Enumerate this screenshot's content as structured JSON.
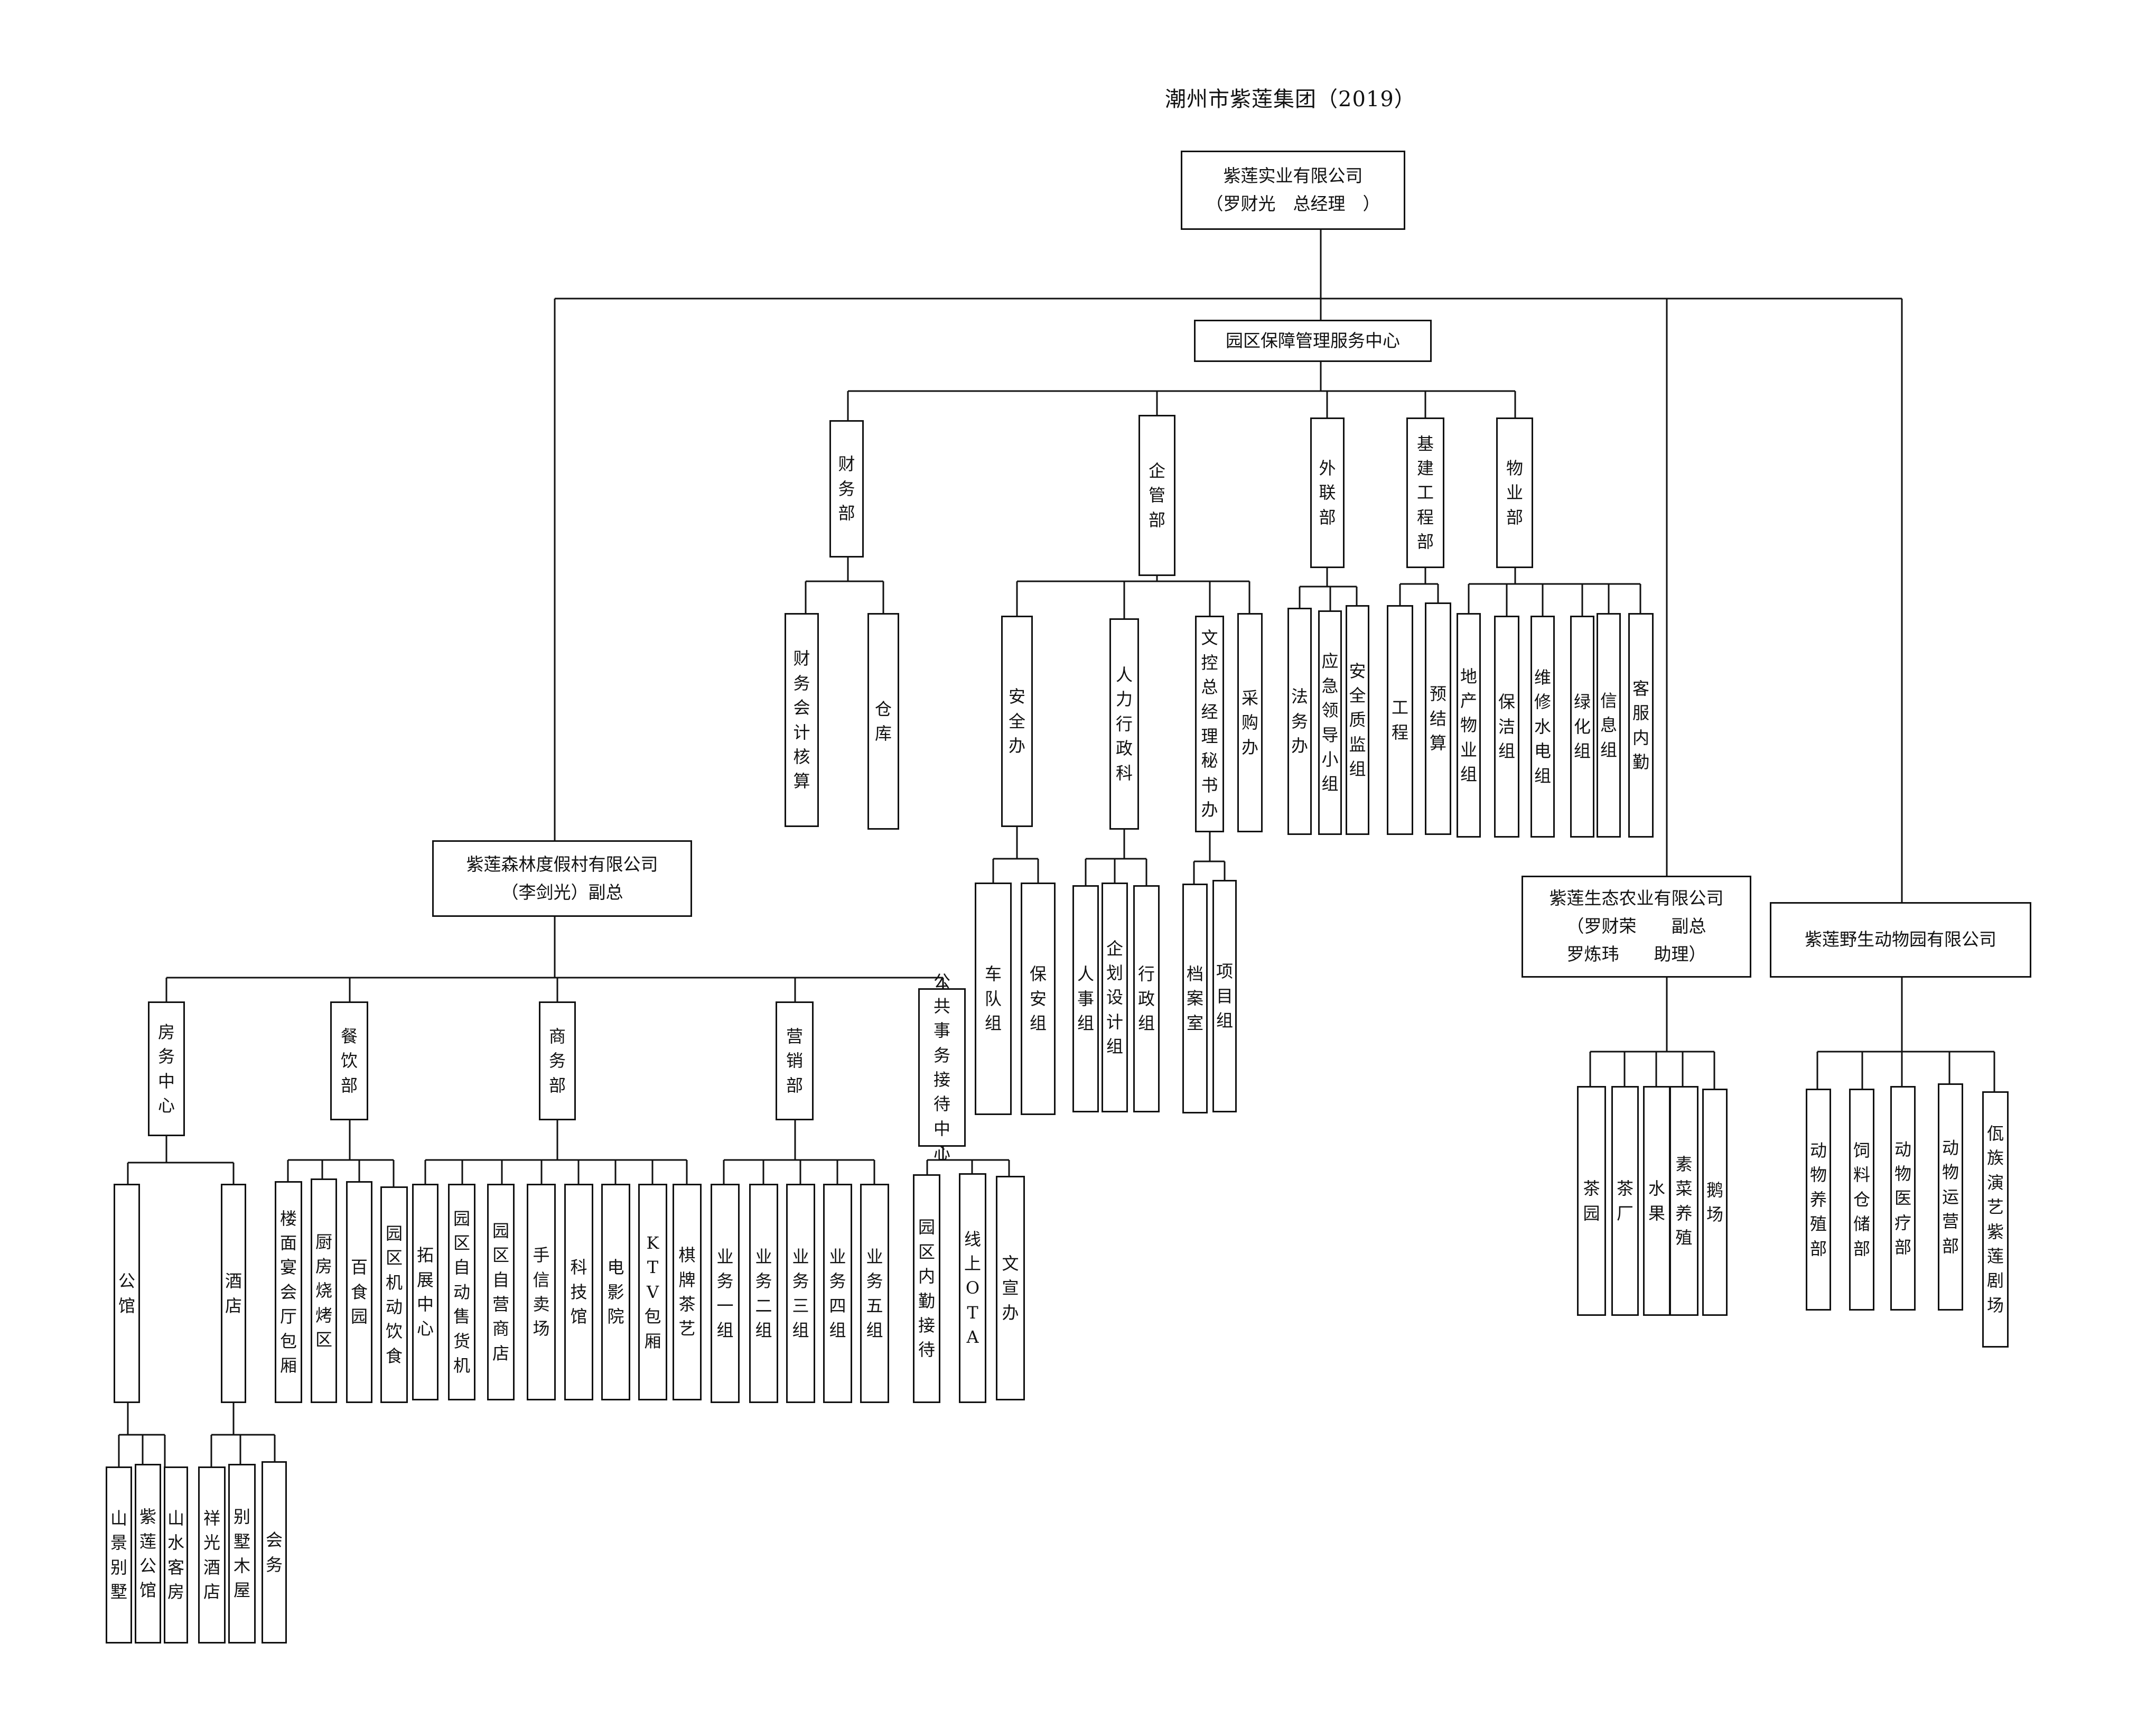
{
  "title": "潮州市紫莲集团（2019）",
  "root": {
    "line1": "紫莲实业有限公司",
    "line2": "（罗财光　总经理　）"
  },
  "service_center": {
    "label": "园区保障管理服务中心",
    "finance": {
      "label": "财务部",
      "children": [
        "财务会计核算",
        "仓库"
      ]
    },
    "management": {
      "label": "企管部",
      "safety": {
        "label": "安全办",
        "children": [
          "车队组",
          "保安组"
        ]
      },
      "hr": {
        "label": "人力行政科",
        "children": [
          "人事组",
          "企划设计组",
          "行政组"
        ]
      },
      "secretary": {
        "label": "文控总经理秘书办",
        "children": [
          "档案室",
          "项目组"
        ]
      },
      "purchase": {
        "label": "采购办"
      }
    },
    "liaison": {
      "label": "外联部",
      "children": [
        "法务办",
        "应急领导小组",
        "安全质监组"
      ]
    },
    "construction": {
      "label": "基建工程部",
      "children": [
        "工程",
        "预结算"
      ]
    },
    "property": {
      "label": "物业部",
      "children": [
        "地产物业组",
        "保洁组",
        "维修水电组",
        "绿化组",
        "信息组",
        "客服内勤"
      ]
    }
  },
  "resort": {
    "line1": "紫莲森林度假村有限公司",
    "line2": "（李剑光）副总",
    "rooms": {
      "label": "房务中心",
      "mansion": {
        "label": "公馆",
        "children": [
          "山景别墅",
          "紫莲公馆",
          "山水客房"
        ]
      },
      "hotel": {
        "label": "酒店",
        "children": [
          "祥光酒店",
          "别墅木屋",
          "会务"
        ]
      }
    },
    "catering": {
      "label": "餐饮部",
      "children": [
        "楼面宴会厅包厢",
        "厨房烧烤区",
        "百食园",
        "园区机动饮食"
      ]
    },
    "commerce": {
      "label": "商务部",
      "children": [
        "拓展中心",
        "园区自动售货机",
        "园区自营商店",
        "手信卖场",
        "科技馆",
        "电影院",
        "KTV包厢",
        "棋牌茶艺"
      ]
    },
    "marketing": {
      "label": "营销部",
      "children": [
        "业务一组",
        "业务二组",
        "业务三组",
        "业务四组",
        "业务五组"
      ]
    },
    "public_affairs": {
      "label": "公共事务接待中心",
      "children": [
        "园区内勤接待",
        "线上OTA",
        "文宣办"
      ]
    }
  },
  "agri": {
    "line1": "紫莲生态农业有限公司",
    "line2": "（罗财荣　　副总",
    "line3": "罗炼玮　　助理）",
    "children": [
      "茶园",
      "茶厂",
      "水果",
      "素菜养殖",
      "鹅场"
    ]
  },
  "zoo": {
    "label": "紫莲野生动物园有限公司",
    "children": [
      "动物养殖部",
      "饲料仓储部",
      "动物医疗部",
      "动物运营部",
      "佤族演艺紫莲剧场"
    ]
  }
}
